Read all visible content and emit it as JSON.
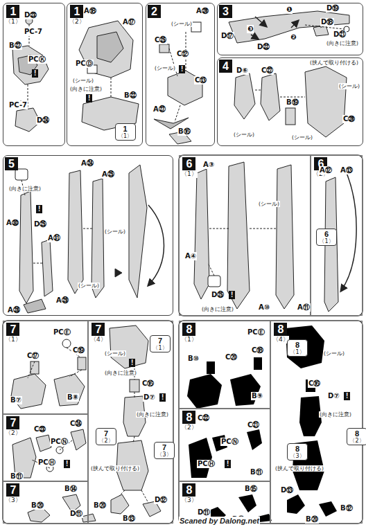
{
  "diagram": {
    "nodes": [
      {
        "text": [
          "1",
          "〈1〉"
        ]
      },
      {
        "text": [
          "1",
          "〈2〉"
        ]
      },
      {
        "text": [
          "1",
          "〈1〉"
        ],
        "in": 1
      },
      {
        "text": [
          "2"
        ]
      },
      {
        "text": [
          "3"
        ]
      },
      {
        "text": [
          "4"
        ]
      },
      {
        "text": [
          "5"
        ]
      },
      {
        "text": [
          "6",
          "〈1〉"
        ]
      },
      {
        "text": [
          "6",
          "〈2〉"
        ]
      },
      {
        "text": [
          "6",
          "〈1〉"
        ],
        "in": 8
      },
      {
        "text": [
          "7",
          "〈1〉"
        ]
      },
      {
        "text": [
          "7",
          "〈2〉"
        ]
      },
      {
        "text": [
          "7",
          "〈3〉"
        ]
      },
      {
        "text": [
          "7",
          "〈4〉"
        ]
      },
      {
        "text": [
          "7",
          "〈1〉"
        ],
        "in": 13
      },
      {
        "text": [
          "7",
          "〈2〉"
        ],
        "in": 13
      },
      {
        "text": [
          "7",
          "〈3〉"
        ],
        "in": 13
      },
      {
        "text": [
          "8",
          "〈1〉"
        ]
      },
      {
        "text": [
          "8",
          "〈2〉"
        ]
      },
      {
        "text": [
          "8",
          "〈3〉"
        ]
      },
      {
        "text": [
          "8",
          "〈4〉"
        ]
      },
      {
        "text": [
          "8",
          "〈1〉"
        ],
        "in": 20
      },
      {
        "text": [
          "8",
          "〈2〉"
        ],
        "in": 20
      },
      {
        "text": [
          "8",
          "〈3〉"
        ],
        "in": 20
      }
    ],
    "labels": [
      "D㉓",
      "PC-7",
      "B㉗",
      "PCⓀ",
      "!",
      "PC-7",
      "D㉔",
      "A⑱",
      "A⑰",
      "PCⒹ",
      "(シール)",
      "(向きに注意)",
      "!",
      "B㉒",
      "A㉖",
      "(シール)",
      "C㉕",
      "C⑫",
      "(シール)",
      "!",
      "C⑬",
      "A㉗",
      "B⑯",
      "❶",
      "D⑲",
      "D⑱",
      "❸",
      "D⑰",
      "❷",
      "D㉒",
      "D㉑",
      "(向きに注意)",
      "D⑥",
      "C㉗",
      "(挟んで取り付ける)",
      "(シール)",
      "B⑲",
      "C㉖",
      "(シール)",
      "(シール)",
      "(向きに注意)",
      "!",
      "A㉚",
      "D㉕",
      "A㉛",
      "A㉔",
      "A㉕",
      "(シール)",
      "(シール)",
      "A㉙",
      "A㉘",
      "A③",
      "(シール)",
      "A④",
      "D㉕",
      "!",
      "(向きに注意)",
      "A⑩",
      "A⑪",
      "A⑫",
      "A⑬",
      "PCⒺ",
      "C⑰",
      "C⑲",
      "B⑦",
      "B⑧",
      "C㉔",
      "C㉓",
      "PCⓃ",
      "PCⒽ",
      "!",
      "B⑪",
      "B⑭",
      "B⑳",
      "D⑪",
      "(シール)",
      "!",
      "(向きに注意)",
      "C⑯",
      "D⑦",
      "!",
      "(向きに注意)",
      "(挟んで取り付ける)",
      "D⑫",
      "B⑳",
      "B⑬",
      "B⑩",
      "PCⒺ",
      "C⑳",
      "C⑱",
      "B⑨",
      "C㉒",
      "C㉑",
      "PCⓃ",
      "PCⒽ",
      "!",
      "B⑪",
      "B⑮",
      "D⑪",
      "B⑳",
      "(シール)",
      "C⑯",
      "D⑦",
      "!",
      "(向きに注意)",
      "(挟んで取り付ける)",
      "D⑬",
      "B⑳",
      "B⑫",
      "Scaned by Dalong.net"
    ]
  }
}
